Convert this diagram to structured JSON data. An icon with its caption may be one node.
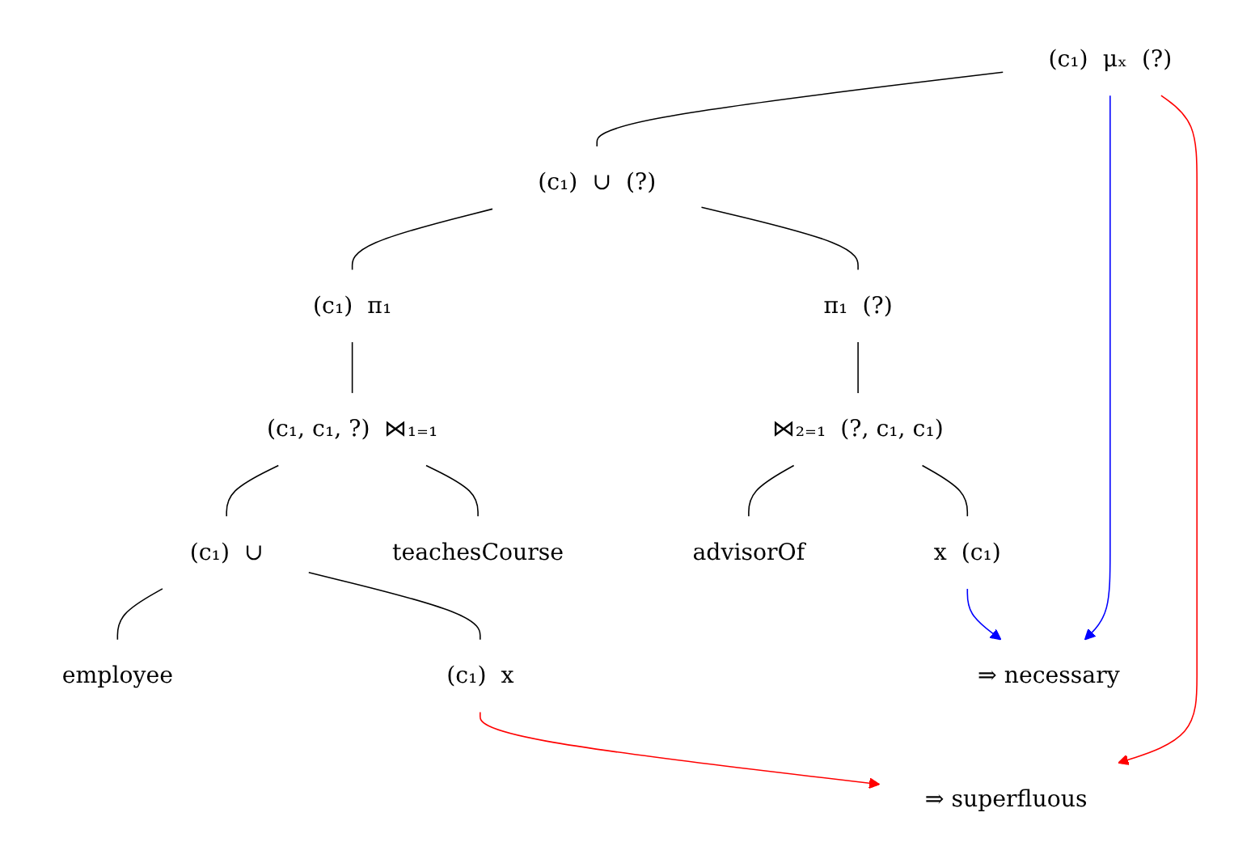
{
  "diagram": {
    "nodes": [
      {
        "text": [
          "μₓ"
        ],
        "beside": [
          "(c₁)",
          "(?)"
        ]
      },
      {
        "text": [
          "∪"
        ],
        "beside": [
          "(c₁)",
          "(?)"
        ]
      },
      {
        "text": [
          "π₁"
        ],
        "beside": [
          "(c₁)"
        ]
      },
      {
        "text": [
          "π₁"
        ],
        "beside": [
          "(?)"
        ]
      },
      {
        "text": [
          "⋈₁₌₁"
        ],
        "beside": [
          "(c₁, c₁, ?)"
        ]
      },
      {
        "text": [
          "⋈₂₌₁"
        ],
        "beside": [
          "(?, c₁, c₁)"
        ]
      },
      {
        "text": [
          "∪"
        ],
        "beside": [
          "(c₁)"
        ]
      },
      {
        "text": [
          "teachesCourse"
        ]
      },
      {
        "text": [
          "advisorOf"
        ]
      },
      {
        "text": [
          "x"
        ],
        "beside": [
          "(c₁)"
        ]
      },
      {
        "text": [
          "employee"
        ]
      },
      {
        "text": [
          "x"
        ],
        "beside": [
          "(c₁)"
        ]
      },
      {
        "text": [
          "⇒ necessary"
        ]
      },
      {
        "text": [
          "⇒ superfluous"
        ]
      }
    ],
    "edges": [
      {
        "from": 0,
        "to": 1,
        "arrow": "none"
      },
      {
        "from": 1,
        "to": 2,
        "arrow": "none"
      },
      {
        "from": 1,
        "to": 3,
        "arrow": "none"
      },
      {
        "from": 2,
        "to": 4,
        "arrow": "none"
      },
      {
        "from": 3,
        "to": 5,
        "arrow": "none"
      },
      {
        "from": 4,
        "to": 6,
        "arrow": "none"
      },
      {
        "from": 4,
        "to": 7,
        "arrow": "none"
      },
      {
        "from": 5,
        "to": 8,
        "arrow": "none"
      },
      {
        "from": 5,
        "to": 9,
        "arrow": "none"
      },
      {
        "from": 6,
        "to": 10,
        "arrow": "none"
      },
      {
        "from": 6,
        "to": 11,
        "arrow": "none"
      },
      {
        "from": 0,
        "to": 13,
        "arrow": "to",
        "color": "#ff0000"
      },
      {
        "from": 0,
        "to": 12,
        "arrow": "to",
        "color": "#0000ff"
      },
      {
        "from": 11,
        "to": 13,
        "arrow": "to",
        "color": "#ff0000"
      },
      {
        "from": 9,
        "to": 12,
        "arrow": "to",
        "color": "#0000ff"
      }
    ]
  }
}
